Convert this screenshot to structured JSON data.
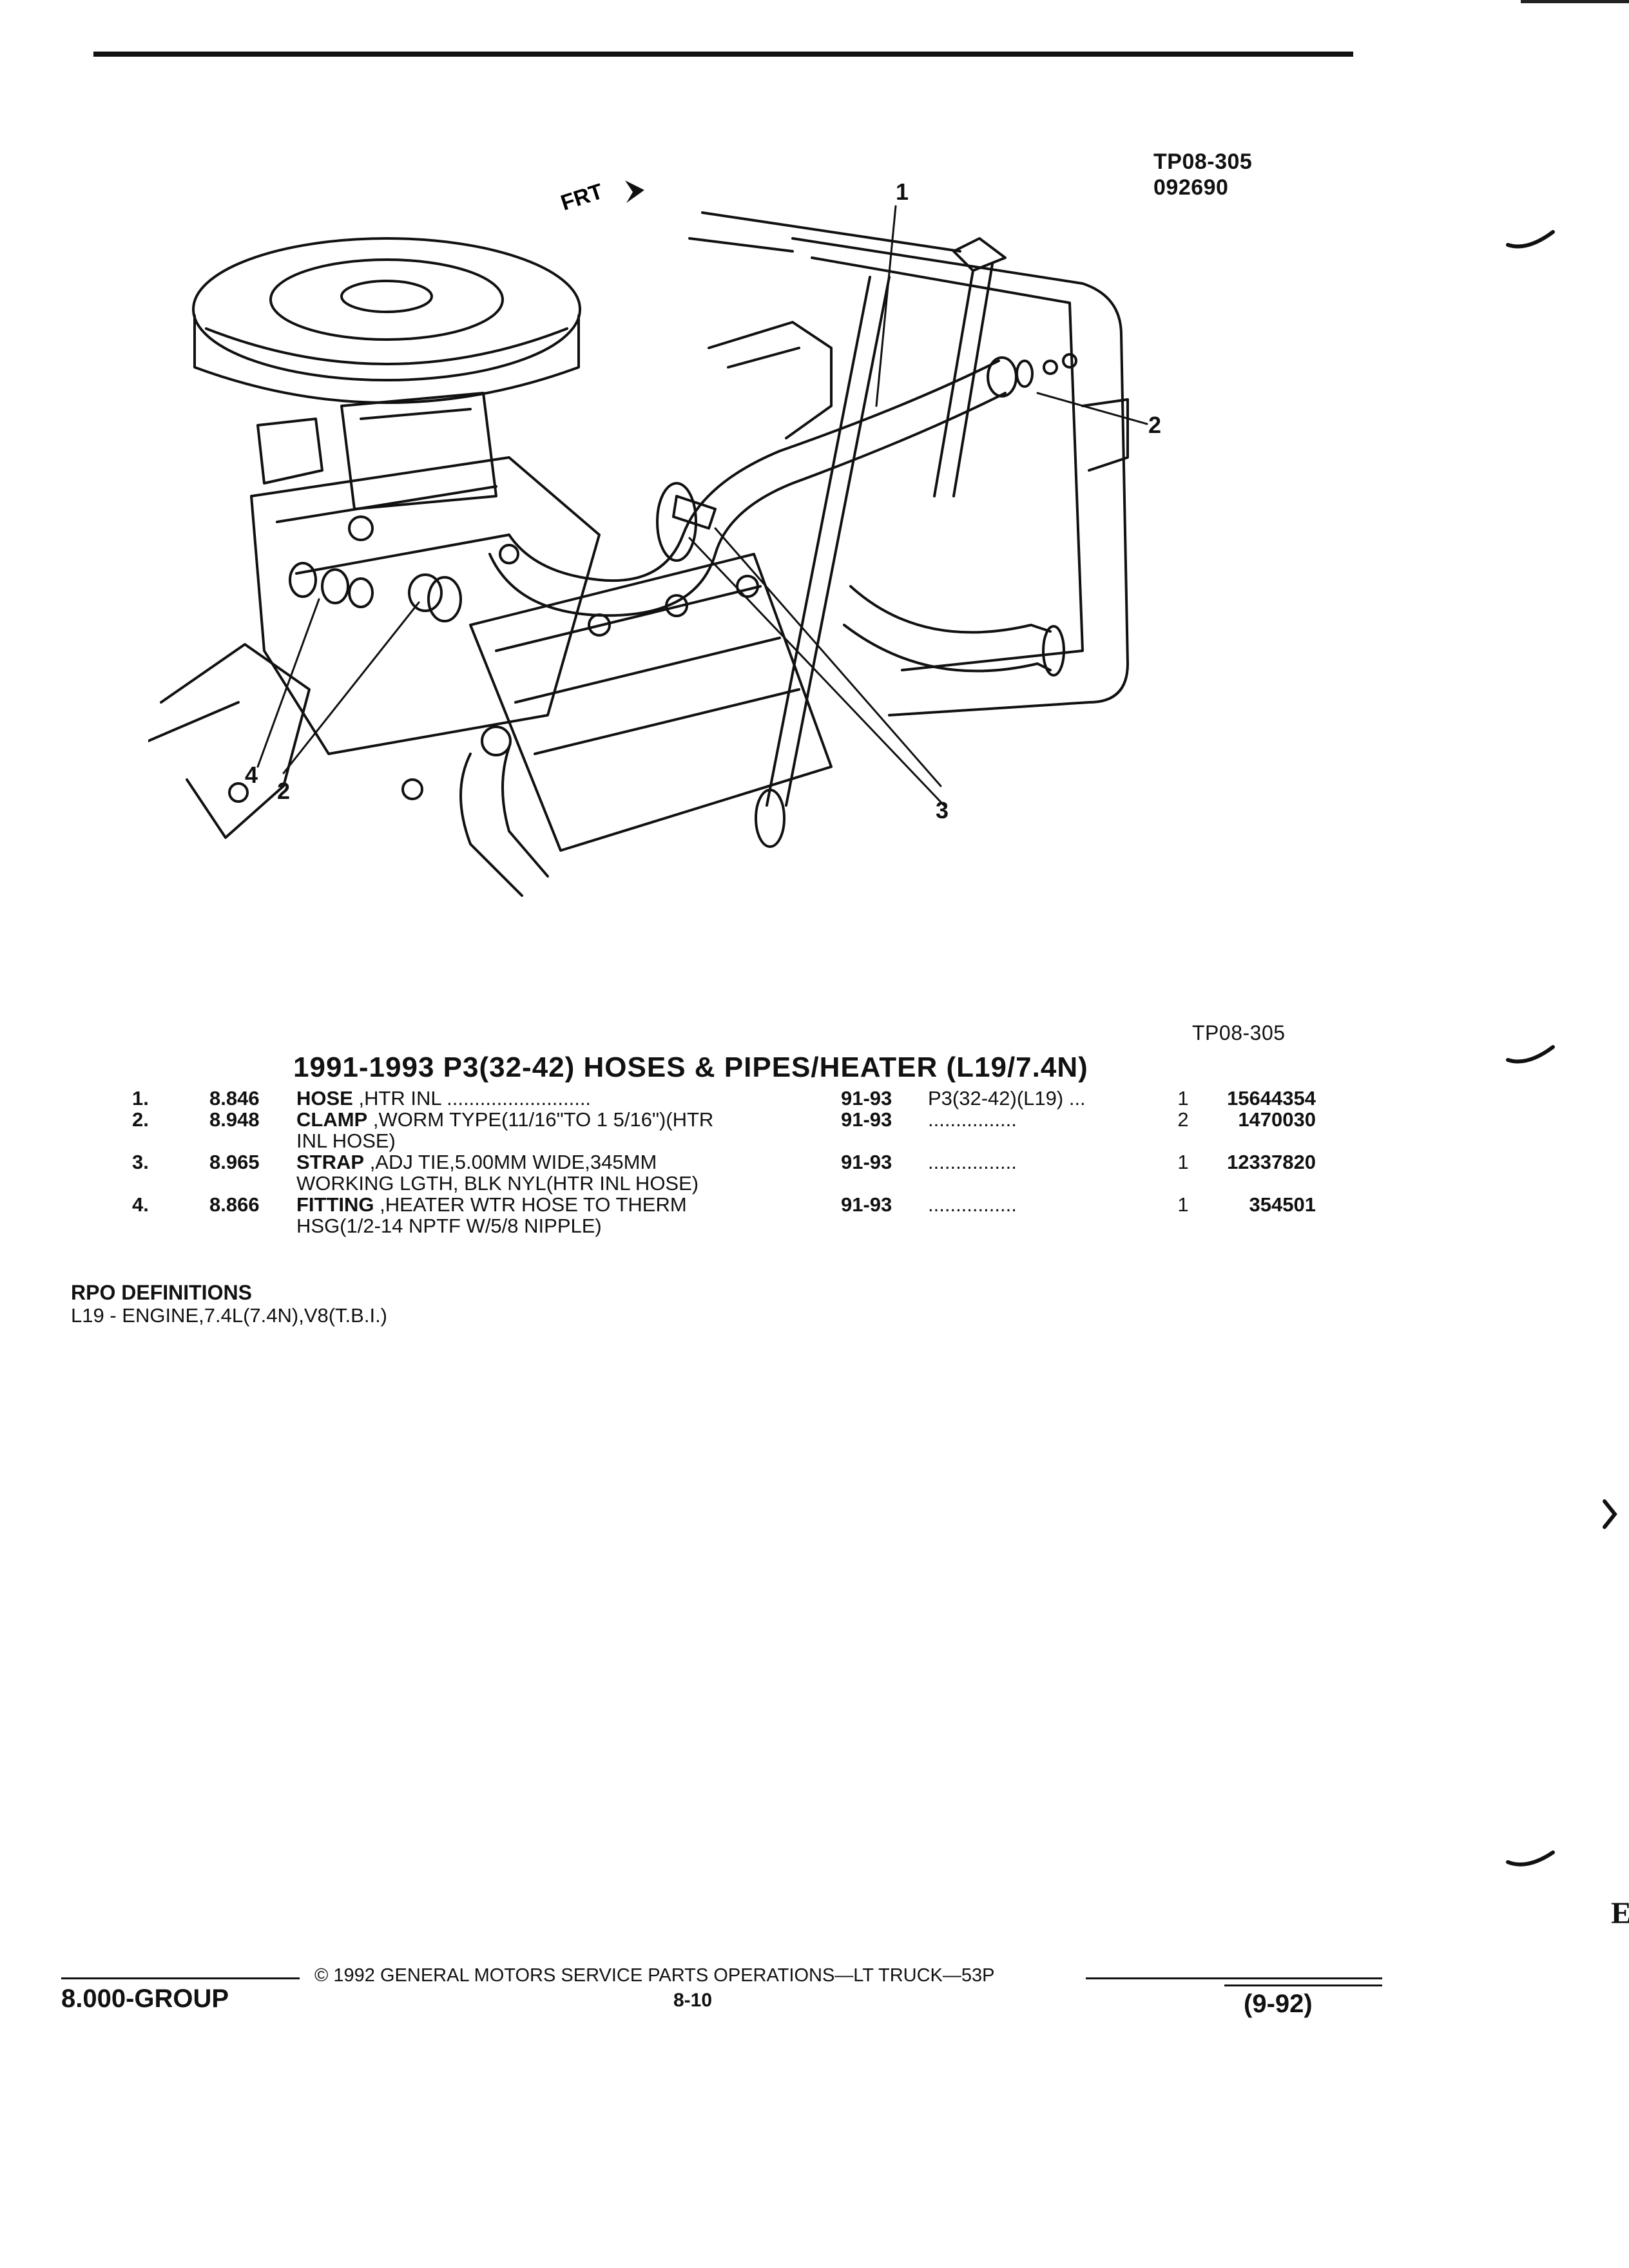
{
  "figure": {
    "code": "TP08-305",
    "date_code": "092690",
    "bottom_code": "TP08-305",
    "front_label": "FRT",
    "callouts": [
      "1",
      "2",
      "2",
      "3",
      "4"
    ]
  },
  "section_title": "1991-1993 P3(32-42) HOSES & PIPES/HEATER (L19/7.4N)",
  "parts": [
    {
      "num": "1.",
      "section": "8.846",
      "name": "HOSE",
      "desc": " ,HTR INL",
      "desc2": "",
      "dots1": " ..........................",
      "years": "91-93",
      "model": "P3(32-42)(L19)",
      "dots2": " ...",
      "qty": "1",
      "part_no": "15644354"
    },
    {
      "num": "2.",
      "section": "8.948",
      "name": "CLAMP",
      "desc": " ,WORM TYPE(11/16\"TO 1 5/16\")(HTR",
      "desc2": "INL HOSE)",
      "dots1": "",
      "years": "91-93",
      "model": "",
      "dots2": "................",
      "qty": "2",
      "part_no": "1470030"
    },
    {
      "num": "3.",
      "section": "8.965",
      "name": "STRAP",
      "desc": " ,ADJ TIE,5.00MM WIDE,345MM",
      "desc2": "WORKING LGTH, BLK NYL(HTR INL HOSE)",
      "dots1": "",
      "years": "91-93",
      "model": "",
      "dots2": "................",
      "qty": "1",
      "part_no": "12337820"
    },
    {
      "num": "4.",
      "section": "8.866",
      "name": "FITTING",
      "desc": " ,HEATER WTR HOSE TO THERM",
      "desc2": "HSG(1/2-14 NPTF W/5/8 NIPPLE)",
      "dots1": "",
      "years": "91-93",
      "model": "",
      "dots2": "................",
      "qty": "1",
      "part_no": "354501"
    }
  ],
  "rpo": {
    "heading": "RPO DEFINITIONS",
    "line": "L19 - ENGINE,7.4L(7.4N),V8(T.B.I.)"
  },
  "footer": {
    "copyright": "© 1992 GENERAL MOTORS SERVICE PARTS OPERATIONS—LT TRUCK—53P",
    "group": "8.000-GROUP",
    "page": "8-10",
    "revision": "(9-92)"
  },
  "edge_letter": "E"
}
